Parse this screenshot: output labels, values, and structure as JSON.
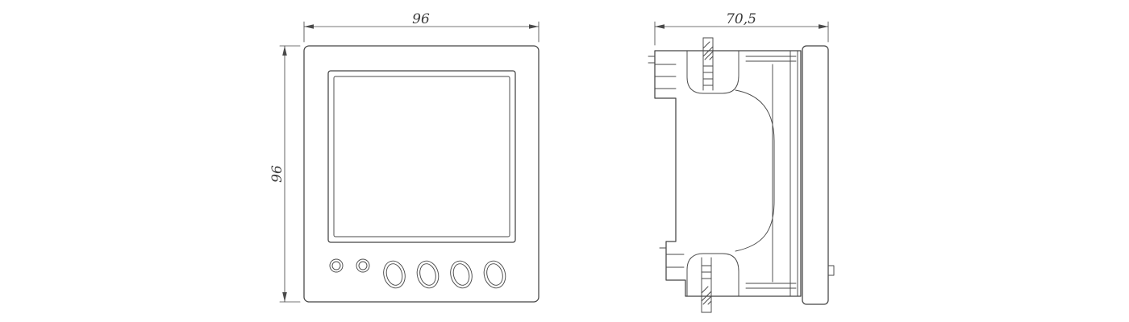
{
  "front_view": {
    "width_label": "96",
    "height_label": "96"
  },
  "side_view": {
    "depth_label": "70,5"
  },
  "colors": {
    "line": "#444444",
    "background": "#ffffff"
  }
}
